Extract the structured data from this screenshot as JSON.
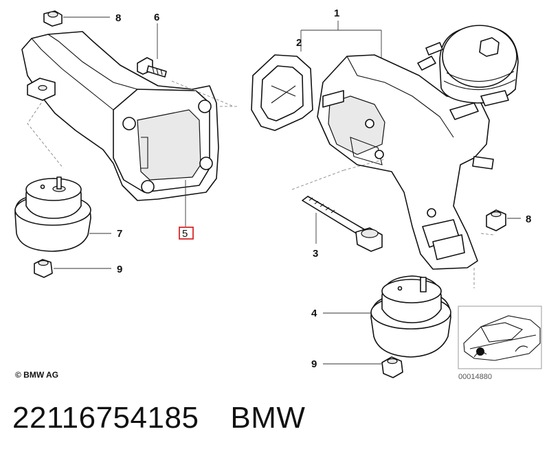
{
  "callouts": {
    "c1": "1",
    "c2": "2",
    "c3": "3",
    "c4": "4",
    "c5": "5",
    "c6": "6",
    "c7": "7",
    "c8a": "8",
    "c8b": "8",
    "c9a": "9",
    "c9b": "9"
  },
  "highlight_color": "#d62828",
  "copyright": "© BMW AG",
  "image_code": "00014880",
  "footer": {
    "part_number": "22116754185",
    "brand": "BMW"
  }
}
